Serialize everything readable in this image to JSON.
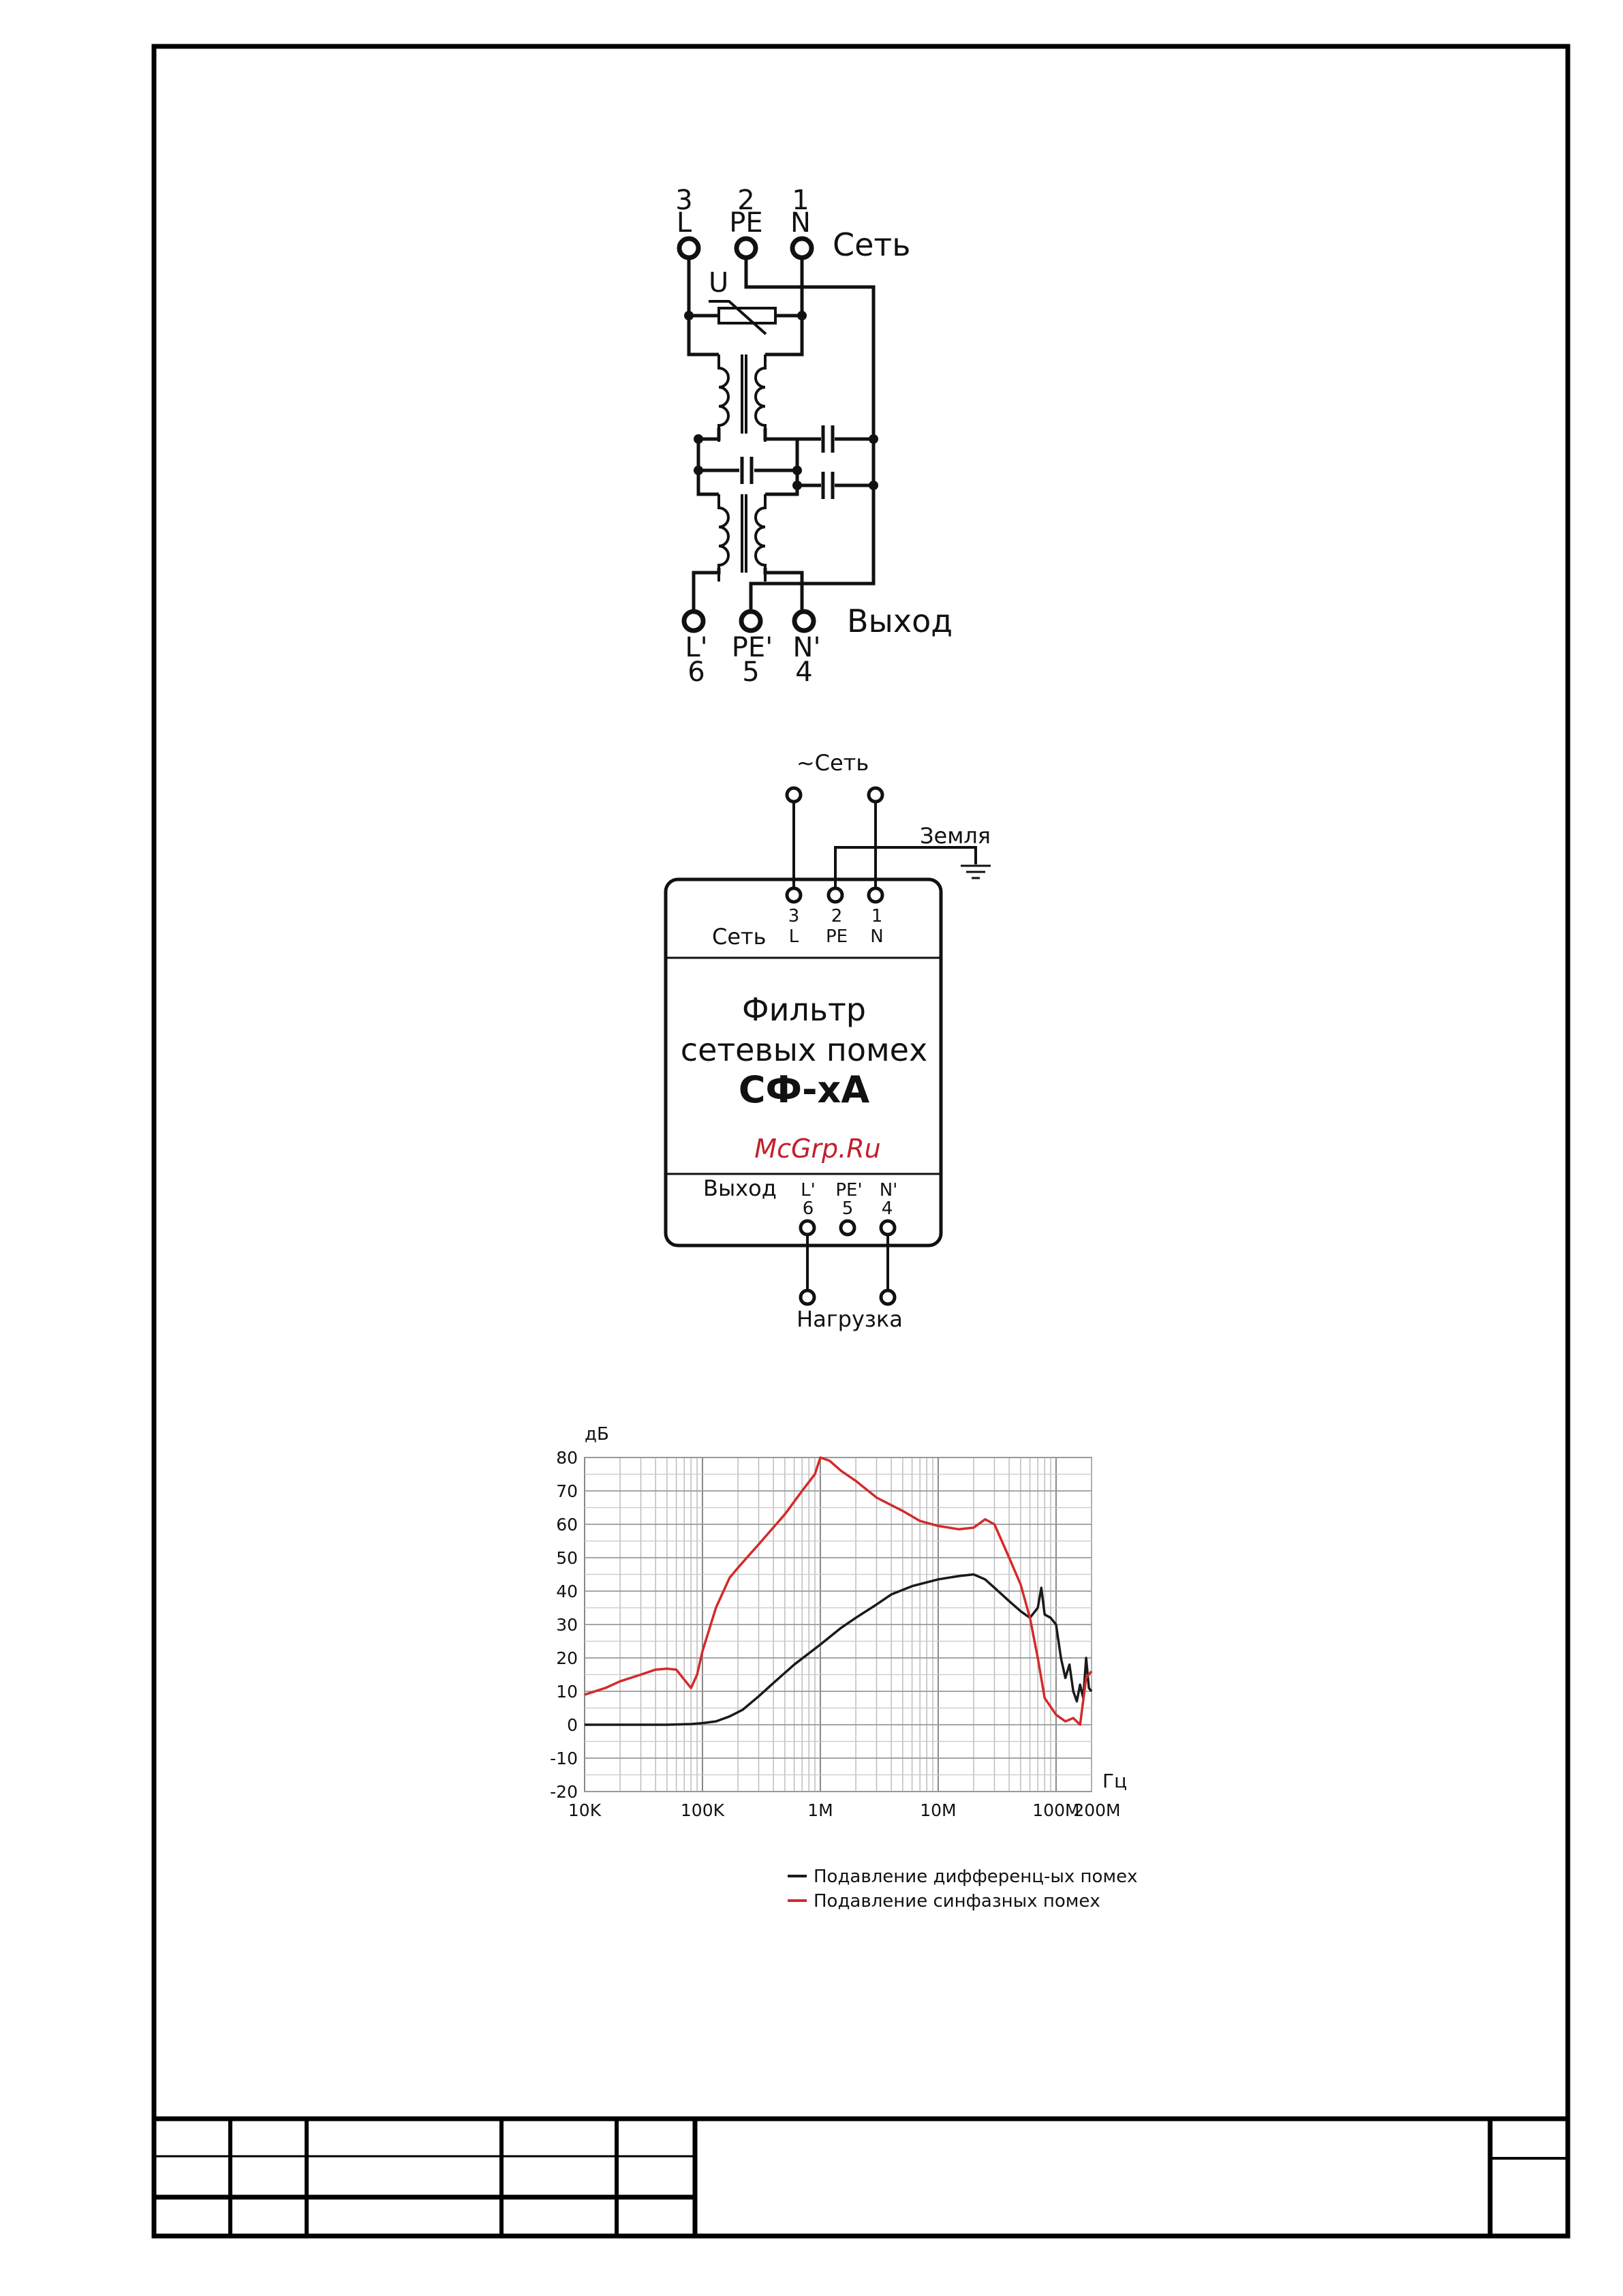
{
  "schematic": {
    "top_terminals": [
      {
        "num": "3",
        "name": "L"
      },
      {
        "num": "2",
        "name": "PE"
      },
      {
        "num": "1",
        "name": "N"
      }
    ],
    "bottom_terminals": [
      {
        "num": "6",
        "name": "L'"
      },
      {
        "num": "5",
        "name": "PE'"
      },
      {
        "num": "4",
        "name": "N'"
      }
    ],
    "input_label": "Сеть",
    "output_label": "Выход",
    "varistor_label": "U"
  },
  "block": {
    "mains_label": "~Сеть",
    "ground_label": "Земля",
    "input_side_label": "Сеть",
    "input_terminals": [
      {
        "num": "3",
        "name": "L"
      },
      {
        "num": "2",
        "name": "PE"
      },
      {
        "num": "1",
        "name": "N"
      }
    ],
    "title_line1": "Фильтр",
    "title_line2": "сетевых помех",
    "model": "СФ-хА",
    "watermark": "McGrp.Ru",
    "output_side_label": "Выход",
    "output_terminals": [
      {
        "num": "6",
        "name": "L'"
      },
      {
        "num": "5",
        "name": "PE'"
      },
      {
        "num": "4",
        "name": "N'"
      }
    ],
    "load_label": "Нагрузка"
  },
  "chart_data": {
    "type": "line",
    "ylabel": "дБ",
    "xlabel": "Гц",
    "x_scale": "log",
    "xlim": [
      10000,
      200000000
    ],
    "ylim": [
      -20,
      80
    ],
    "grid": true,
    "x_tick_labels": [
      "10K",
      "100K",
      "1M",
      "10M",
      "100M",
      "200M"
    ],
    "y_ticks": [
      -20,
      -10,
      0,
      10,
      20,
      30,
      40,
      50,
      60,
      70,
      80
    ],
    "legend_position": "bottom-right",
    "colors": {
      "differential": "#1a1a1a",
      "common": "#d42a2a"
    },
    "series": [
      {
        "name": "Подавление дифференц-ых помех",
        "color": "#1a1a1a",
        "x": [
          10000,
          20000,
          50000,
          80000,
          100000,
          130000,
          170000,
          220000,
          300000,
          400000,
          600000,
          1000000,
          1500000,
          2000000,
          3000000,
          4000000,
          6000000,
          10000000,
          15000000,
          20000000,
          25000000,
          30000000,
          40000000,
          50000000,
          60000000,
          70000000,
          75000000,
          80000000,
          90000000,
          100000000,
          110000000,
          120000000,
          130000000,
          140000000,
          150000000,
          160000000,
          170000000,
          180000000,
          190000000,
          200000000
        ],
        "y": [
          0,
          0,
          0,
          0.2,
          0.5,
          1,
          2.5,
          4.5,
          8.5,
          12.5,
          18,
          24,
          29,
          32,
          36,
          39,
          41.5,
          43.5,
          44.5,
          45,
          43.5,
          41,
          37,
          34,
          32,
          35,
          41,
          33,
          32,
          30,
          20,
          14,
          18,
          10,
          7,
          12,
          8,
          20,
          11,
          10
        ]
      },
      {
        "name": "Подавление синфазных помех",
        "color": "#d42a2a",
        "x": [
          10000,
          15000,
          20000,
          30000,
          40000,
          50000,
          60000,
          70000,
          80000,
          90000,
          100000,
          130000,
          170000,
          200000,
          300000,
          500000,
          700000,
          900000,
          1000000,
          1200000,
          1500000,
          2000000,
          3000000,
          5000000,
          7000000,
          10000000,
          15000000,
          20000000,
          25000000,
          30000000,
          40000000,
          50000000,
          60000000,
          70000000,
          80000000,
          100000000,
          120000000,
          140000000,
          160000000,
          180000000,
          200000000
        ],
        "y": [
          9,
          11,
          13,
          15,
          16.5,
          16.8,
          16.5,
          13.5,
          11,
          15,
          22,
          35,
          44,
          47,
          54,
          63,
          70,
          75,
          80,
          79,
          76,
          73,
          68,
          64,
          61,
          59.5,
          58.5,
          59,
          61.5,
          60,
          50,
          42,
          32,
          20,
          8,
          3,
          1,
          2,
          0,
          14,
          16
        ]
      }
    ]
  }
}
